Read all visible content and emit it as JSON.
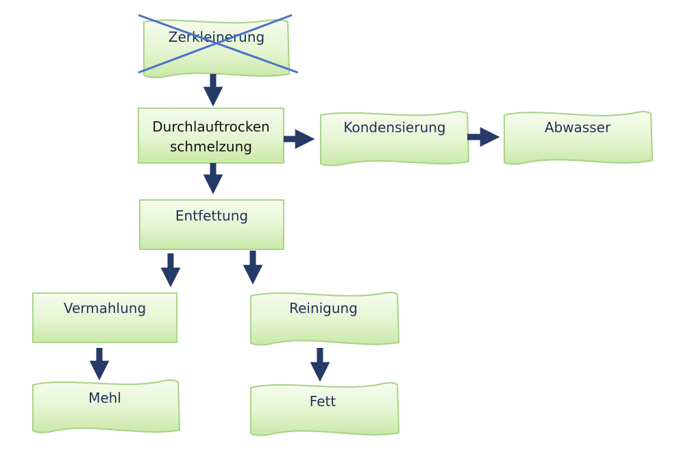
{
  "diagram": {
    "nodes": {
      "zerkleinerung": {
        "label": "Zerkleinerung",
        "crossed_out": true
      },
      "durchlauf": {
        "line1": "Durchlauftrocken",
        "line2": "schmelzung"
      },
      "kondensierung": {
        "label": "Kondensierung"
      },
      "abwasser": {
        "label": "Abwasser"
      },
      "entfettung": {
        "label": "Entfettung"
      },
      "vermahlung": {
        "label": "Vermahlung"
      },
      "reinigung": {
        "label": "Reinigung"
      },
      "mehl": {
        "label": "Mehl"
      },
      "fett": {
        "label": "Fett"
      }
    },
    "edges": [
      {
        "from": "Zerkleinerung",
        "to": "Durchlauftrockenschmelzung"
      },
      {
        "from": "Durchlauftrockenschmelzung",
        "to": "Kondensierung"
      },
      {
        "from": "Kondensierung",
        "to": "Abwasser"
      },
      {
        "from": "Durchlauftrockenschmelzung",
        "to": "Entfettung"
      },
      {
        "from": "Entfettung",
        "to": "Vermahlung"
      },
      {
        "from": "Entfettung",
        "to": "Reinigung"
      },
      {
        "from": "Vermahlung",
        "to": "Mehl"
      },
      {
        "from": "Reinigung",
        "to": "Fett"
      }
    ],
    "colors": {
      "box_fill_light": "#f3fbe9",
      "box_fill_mid": "#d6efb8",
      "box_stroke": "#a9d38a",
      "arrow": "#253a66",
      "cross": "#4a72c4",
      "text_navy": "#1f2f57",
      "text_black": "#111111"
    }
  }
}
